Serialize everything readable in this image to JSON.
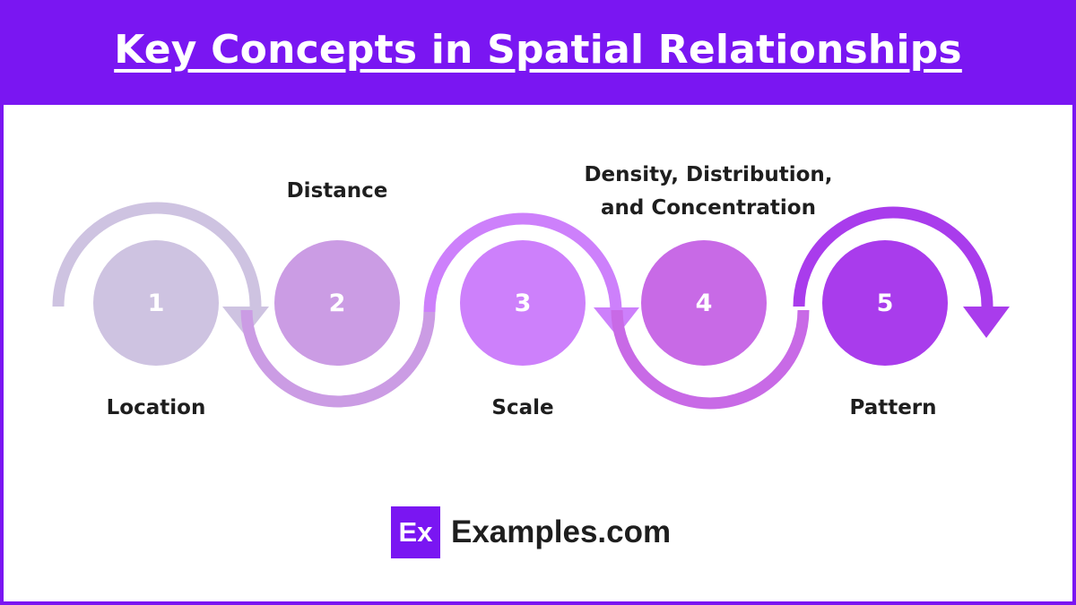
{
  "header": {
    "title": "Key Concepts in Spatial Relationships"
  },
  "steps": [
    {
      "number": "1",
      "label": "Location",
      "color": "#cec3e1"
    },
    {
      "number": "2",
      "label": "Distance",
      "color": "#cb9ce4"
    },
    {
      "number": "3",
      "label": "Scale",
      "color": "#cd80fb"
    },
    {
      "number": "4",
      "label": "Density, Distribution, and Concentration",
      "label_lines": [
        "Density, Distribution,",
        "and Concentration"
      ],
      "color": "#c86ae6"
    },
    {
      "number": "5",
      "label": "Pattern",
      "color": "#a93cec"
    }
  ],
  "brand": {
    "logo_text": "Ex",
    "name": "Examples.com"
  },
  "colors": {
    "header_bg": "#7a16f2",
    "panel_bg": "#ffffff",
    "text": "#1e1e1e"
  }
}
